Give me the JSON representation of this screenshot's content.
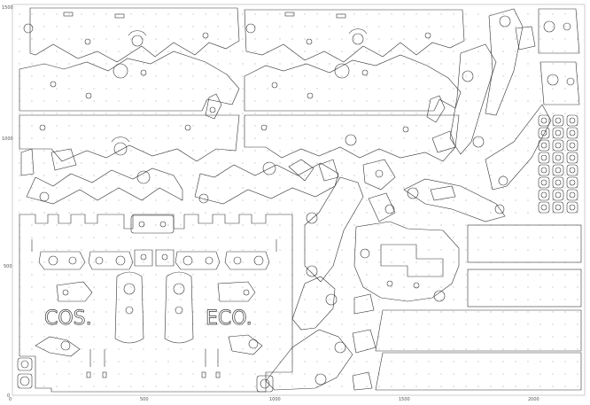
{
  "axes": {
    "x_ticks": [
      "0",
      "500",
      "1000",
      "1500",
      "2000"
    ],
    "y_ticks": [
      "1500",
      "1000",
      "500",
      "0"
    ]
  },
  "engravings": {
    "left_text": "COS.",
    "right_text": "ECO."
  },
  "colors": {
    "line": "#333333",
    "background": "#ffffff",
    "axis": "#999999"
  }
}
